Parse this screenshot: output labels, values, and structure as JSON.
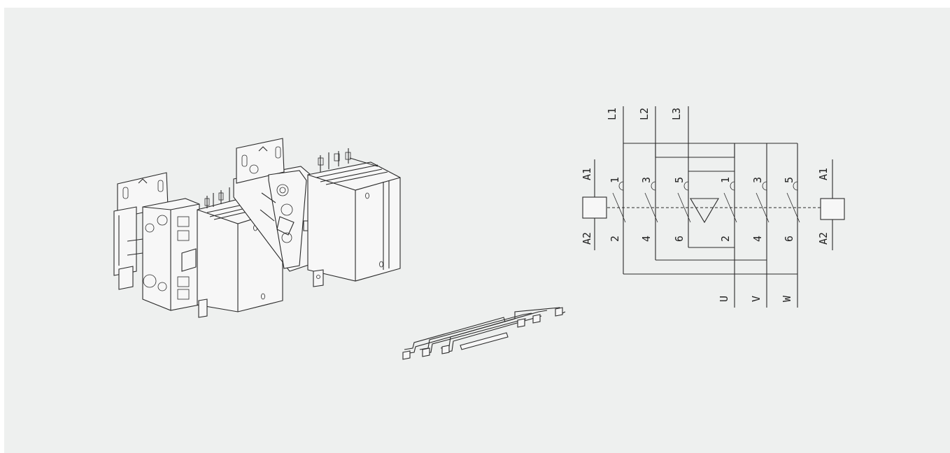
{
  "colors": {
    "background": "#eef0ef",
    "line": "#2a2a2a"
  },
  "diagram": {
    "line_inputs": [
      "L1",
      "L2",
      "L3"
    ],
    "outputs": [
      "U",
      "V",
      "W"
    ],
    "coil_left": {
      "top": "A1",
      "bottom": "A2"
    },
    "coil_right": {
      "top": "A1",
      "bottom": "A2"
    },
    "contactor_1": {
      "top_terminals": [
        "1",
        "3",
        "5"
      ],
      "bottom_terminals": [
        "2",
        "4",
        "6"
      ]
    },
    "contactor_2": {
      "top_terminals": [
        "1",
        "3",
        "5"
      ],
      "bottom_terminals": [
        "2",
        "4",
        "6"
      ]
    }
  }
}
